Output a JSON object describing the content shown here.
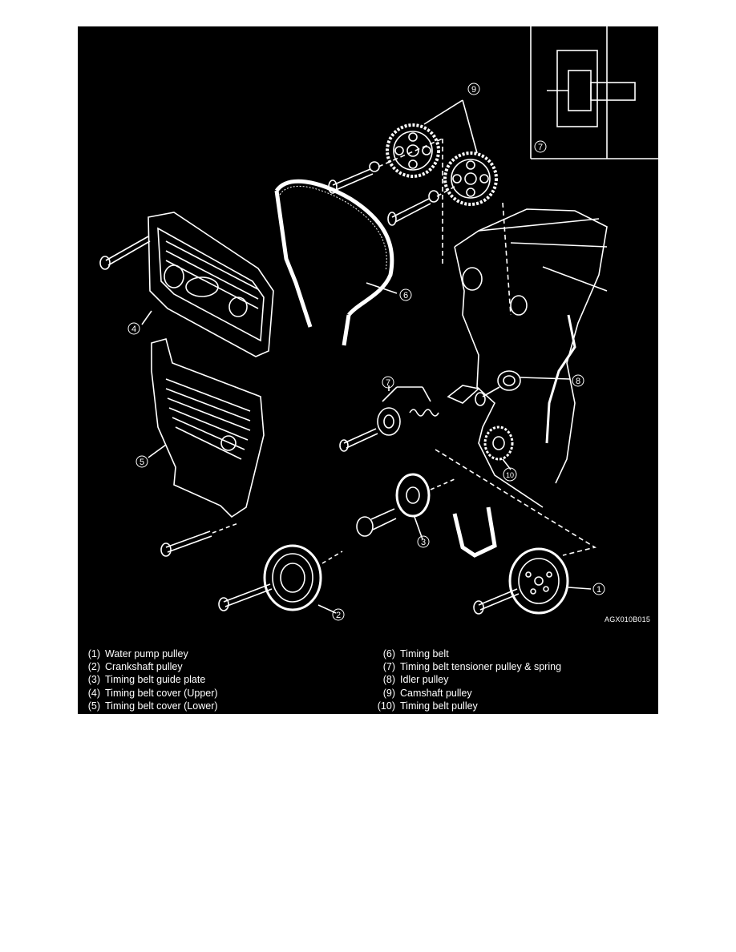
{
  "figure_code": "AGX010B015",
  "inset": {
    "callout": "7"
  },
  "callouts": [
    "1",
    "2",
    "3",
    "4",
    "5",
    "6",
    "7",
    "8",
    "9",
    "10"
  ],
  "legend": {
    "left": [
      {
        "num": "(1)",
        "text": "Water pump pulley"
      },
      {
        "num": "(2)",
        "text": "Crankshaft pulley"
      },
      {
        "num": "(3)",
        "text": "Timing belt guide plate"
      },
      {
        "num": "(4)",
        "text": "Timing belt cover (Upper)"
      },
      {
        "num": "(5)",
        "text": "Timing belt cover (Lower)"
      }
    ],
    "right": [
      {
        "num": "(6)",
        "text": "Timing belt"
      },
      {
        "num": "(7)",
        "text": "Timing belt tensioner pulley & spring"
      },
      {
        "num": "(8)",
        "text": "Idler pulley"
      },
      {
        "num": "(9)",
        "text": "Camshaft pulley"
      },
      {
        "num": "(10)",
        "text": "Timing belt pulley"
      }
    ]
  },
  "colors": {
    "background": "#000000",
    "line": "#ffffff",
    "page": "#ffffff"
  }
}
